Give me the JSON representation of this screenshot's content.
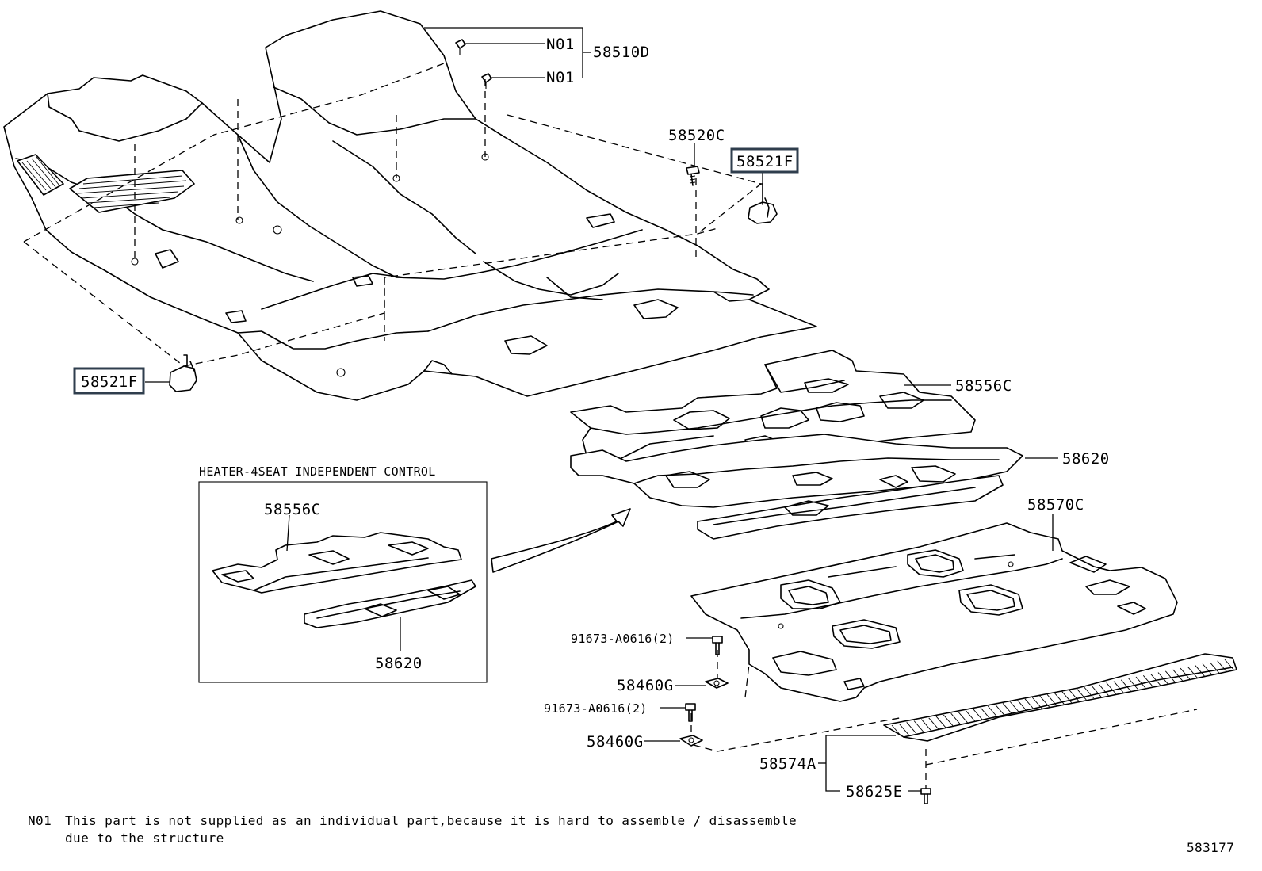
{
  "callouts": {
    "n01_a": "N01",
    "n01_b": "N01",
    "p58510D": "58510D",
    "p58520C": "58520C",
    "p58521F_top": "58521F",
    "p58521F_left": "58521F",
    "p58556C": "58556C",
    "p58620": "58620",
    "p58570C": "58570C",
    "bolt_1": "91673-A0616(2)",
    "bolt_2": "91673-A0616(2)",
    "p58460G_1": "58460G",
    "p58460G_2": "58460G",
    "p58574A": "58574A",
    "p58625E": "58625E"
  },
  "inset": {
    "title": "HEATER-4SEAT INDEPENDENT CONTROL",
    "p58556C": "58556C",
    "p58620": "58620"
  },
  "footnote": {
    "code": "N01",
    "line1": "This part is not supplied as an individual part,because it is hard to assemble / disassemble",
    "line2": "due to the structure"
  },
  "figure_number": "583177",
  "colors": {
    "highlight_box": "#2f3e4d",
    "line": "#000000"
  }
}
